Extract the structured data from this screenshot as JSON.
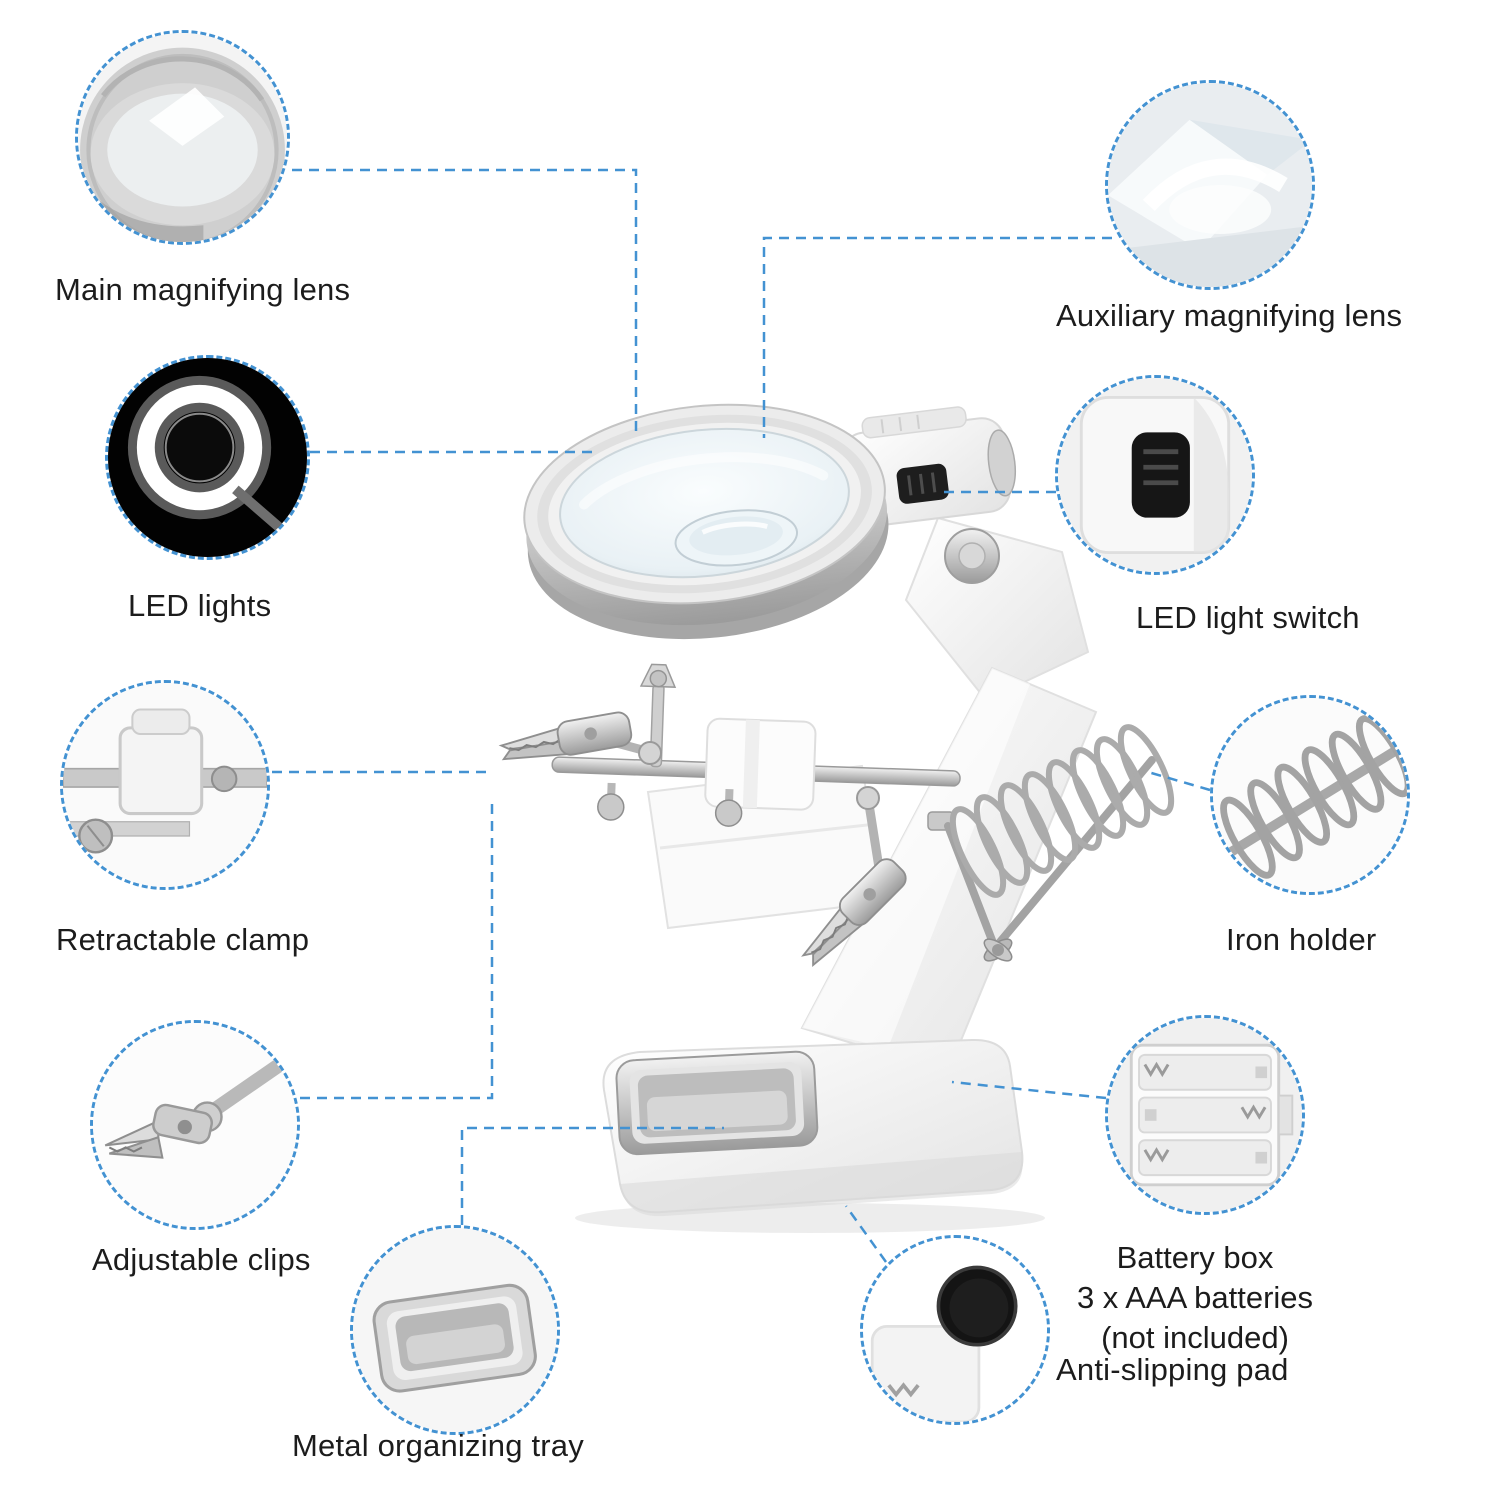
{
  "colors": {
    "accent": "#4392d2",
    "text": "#1c1c1c",
    "metal": "#c6c6c6",
    "body_white": "#f4f4f4"
  },
  "callouts": {
    "main_lens": {
      "label": "Main magnifying lens",
      "icon": "lens-closeup"
    },
    "led_lights": {
      "label": "LED lights",
      "icon": "led-ring-glow"
    },
    "retractable_clamp": {
      "label": "Retractable clamp",
      "icon": "clamp-closeup"
    },
    "adjustable_clips": {
      "label": "Adjustable clips",
      "icon": "alligator-clip"
    },
    "metal_tray": {
      "label": "Metal organizing tray",
      "icon": "metal-tray"
    },
    "aux_lens": {
      "label": "Auxiliary magnifying lens",
      "icon": "lens-facets"
    },
    "led_switch": {
      "label": "LED light switch",
      "icon": "black-switch"
    },
    "iron_holder": {
      "label": "Iron holder",
      "icon": "spring-coil"
    },
    "battery_box": {
      "line1": "Battery box",
      "line2": "3 x AAA batteries",
      "line3": "(not included)",
      "icon": "battery-compartment"
    },
    "anti_slip": {
      "label": "Anti-slipping pad",
      "icon": "rubber-pad"
    }
  },
  "product": {
    "name": "helping-hand magnifier with LED light and soldering iron holder"
  }
}
